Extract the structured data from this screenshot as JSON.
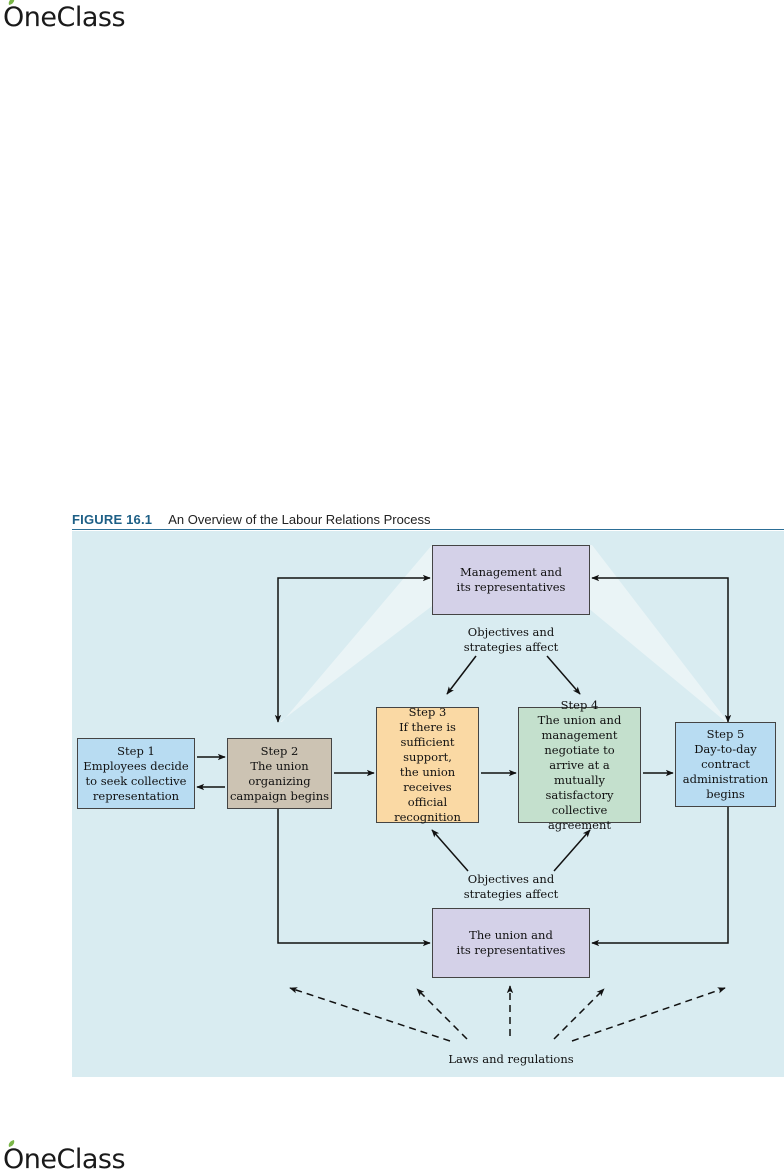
{
  "brand": {
    "logo_text": "OneClass"
  },
  "figure": {
    "number": "FIGURE 16.1",
    "title": "An Overview of the Labour Relations Process"
  },
  "colors": {
    "panel": "#d9ecf1",
    "step1": "#b8dcf2",
    "step2": "#ccc3b3",
    "step3": "#fad9a4",
    "step4": "#c4e0cd",
    "step5": "#b8dcf2",
    "parties": "#d4d1e8",
    "highlight": "#eaf4f6"
  },
  "diagram": {
    "management": {
      "line1": "Management and",
      "line2": "its representatives"
    },
    "union": {
      "line1": "The union and",
      "line2": "its representatives"
    },
    "objectives_top": {
      "line1": "Objectives and",
      "line2": "strategies affect"
    },
    "objectives_bottom": {
      "line1": "Objectives and",
      "line2": "strategies affect"
    },
    "laws": "Laws and regulations",
    "steps": [
      {
        "lines": [
          "Step 1",
          "Employees decide",
          "to seek collective",
          "representation"
        ]
      },
      {
        "lines": [
          "Step 2",
          "The union",
          "organizing",
          "campaign begins"
        ]
      },
      {
        "lines": [
          "Step 3",
          "If there is",
          "sufficient support,",
          "the union",
          "receives",
          "official",
          "recognition"
        ]
      },
      {
        "lines": [
          "Step 4",
          "The union and",
          "management",
          "negotiate to",
          "arrive at a",
          "mutually satisfactory",
          "collective agreement"
        ]
      },
      {
        "lines": [
          "Step 5",
          "Day-to-day",
          "contract",
          "administration",
          "begins"
        ]
      }
    ]
  }
}
